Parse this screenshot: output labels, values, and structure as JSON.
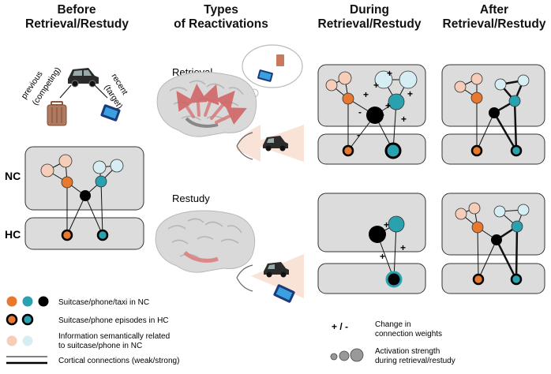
{
  "headers": {
    "before": [
      "Before",
      "Retrieval/Restudy"
    ],
    "types": [
      "Types",
      "of Reactivations"
    ],
    "during": [
      "During",
      "Retrieval/Restudy"
    ],
    "after": [
      "After",
      "Retrieval/Restudy"
    ]
  },
  "labels": {
    "previous": "previous",
    "competing": "(competing)",
    "recent": "recent",
    "target": "(target)",
    "nc": "NC",
    "hc": "HC",
    "retrieval": "Retrieval",
    "restudy": "Restudy"
  },
  "signs": {
    "plus": "+",
    "minus": "-"
  },
  "legend": {
    "items": [
      "Suitcase/phone/taxi in NC",
      "Suitcase/phone episodes in HC",
      "Information semantically related",
      "to suitcase/phone in NC",
      "Cortical connections (weak/strong)"
    ],
    "change_symbol": "+ / -",
    "change_text": [
      "Change in",
      "connection weights"
    ],
    "activation_text": [
      "Activation strength",
      "during retrieval/restudy"
    ]
  },
  "colors": {
    "orange": "#E8782E",
    "teal": "#2AA1AF",
    "black": "#000000",
    "light_orange": "#F6CDB8",
    "light_teal": "#D6EEF3",
    "panel_fill": "#DCDCDC",
    "brain": "#D9D9D9",
    "reactivation": "#E89090"
  },
  "icons": [
    "taxi-icon",
    "suitcase-icon",
    "phone-icon",
    "brain-icon",
    "eye-icon",
    "thought-bubble-icon"
  ]
}
